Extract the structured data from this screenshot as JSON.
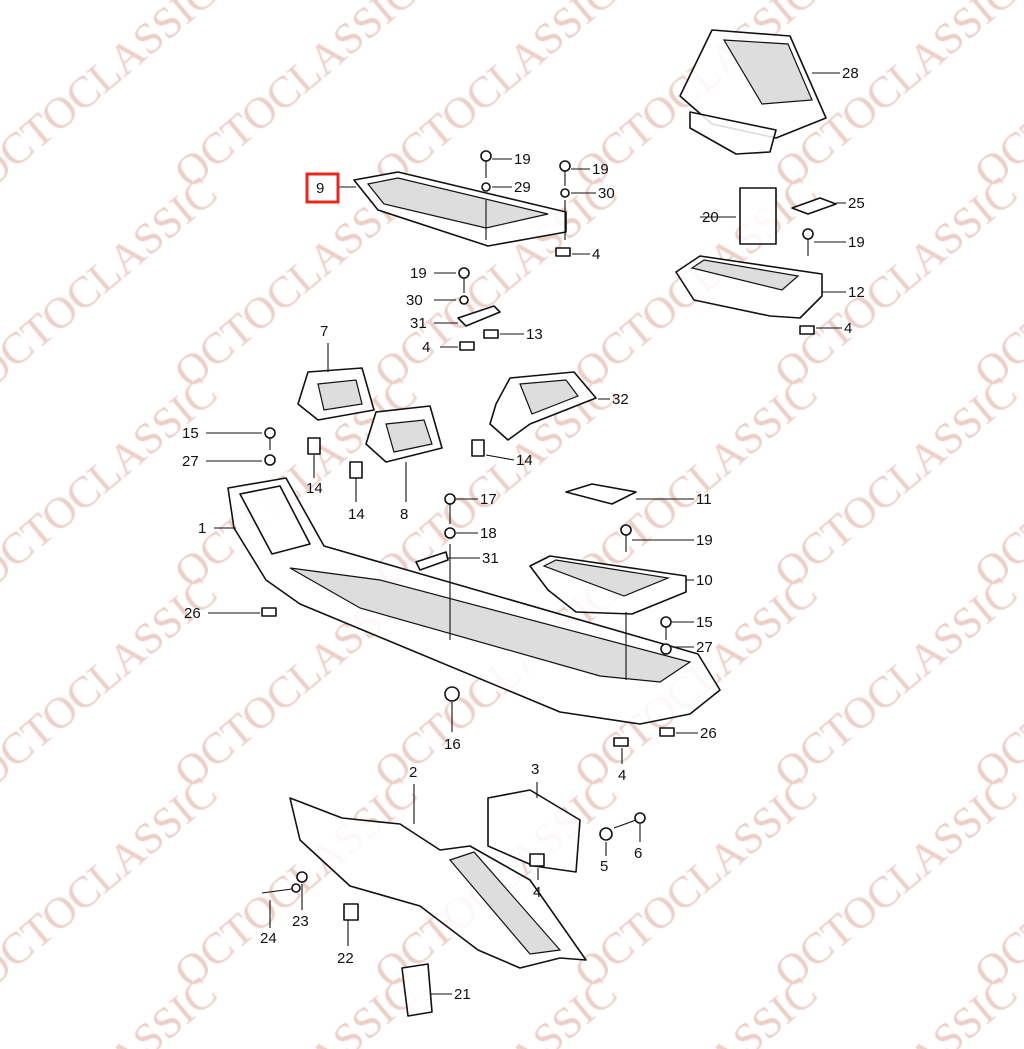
{
  "watermark": "OCTOCLASSIC",
  "highlight_color": "#e8281c",
  "watermark_color": "#ecd0c8",
  "highlighted_part": "9",
  "labels": [
    "28",
    "19",
    "29",
    "19",
    "30",
    "9",
    "4",
    "20",
    "25",
    "19",
    "12",
    "4",
    "19",
    "30",
    "31",
    "13",
    "4",
    "7",
    "32",
    "15",
    "27",
    "14",
    "14",
    "8",
    "14",
    "17",
    "18",
    "31",
    "11",
    "19",
    "1",
    "10",
    "26",
    "15",
    "27",
    "16",
    "26",
    "4",
    "2",
    "3",
    "5",
    "6",
    "4",
    "23",
    "24",
    "22",
    "21"
  ]
}
